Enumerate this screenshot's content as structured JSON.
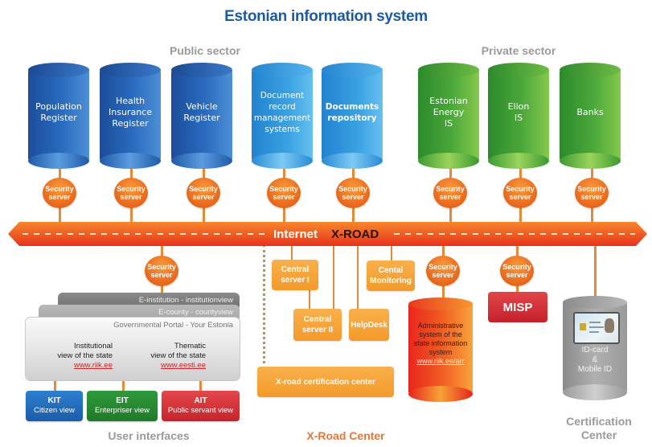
{
  "title": "Estonian information system",
  "sectors": {
    "public": "Public sector",
    "private": "Private sector"
  },
  "databases": [
    {
      "label": "Population Register",
      "lines": [
        "Population",
        "Register"
      ],
      "color": "blue"
    },
    {
      "label": "Health Insurance Register",
      "lines": [
        "Health",
        "Insurance",
        "Register"
      ],
      "color": "blue"
    },
    {
      "label": "Vehicle Register",
      "lines": [
        "Vehicle",
        "Register"
      ],
      "color": "blue"
    },
    {
      "label": "Document record management systems",
      "lines": [
        "Document",
        "record",
        "management",
        "systems"
      ],
      "color": "light-blue"
    },
    {
      "label": "Documents repository",
      "lines": [
        "Documents",
        "repository"
      ],
      "color": "light-blue",
      "bold": true
    },
    {
      "label": "Estonian Energy IS",
      "lines": [
        "Estonian",
        "Energy",
        "IS"
      ],
      "color": "green"
    },
    {
      "label": "Elion IS",
      "lines": [
        "Elion",
        "IS"
      ],
      "color": "green"
    },
    {
      "label": "Banks",
      "lines": [
        "Banks"
      ],
      "color": "green"
    }
  ],
  "security_server": {
    "line1": "Security",
    "line2": "server"
  },
  "xroad": {
    "internet_label": "Internet",
    "xroad_label": "X-ROAD"
  },
  "xroad_center": {
    "central_server_1": "Central server I",
    "central_server_2": "Central server II",
    "helpdesk": "HelpDesk",
    "monitoring": "Cental Monitoring",
    "certification": "X-road certification center",
    "caption": "X-Road Center"
  },
  "admin_system": {
    "lines": [
      "Administrative",
      "system of the",
      "state information",
      "system"
    ],
    "link": "www.riik.ee/arr"
  },
  "misp": "MISP",
  "certification_center": {
    "id_lines": [
      "ID-card",
      "&",
      "Mobile ID"
    ],
    "caption_lines": [
      "Certification",
      "Center"
    ],
    "icon": "id-card-icon"
  },
  "portals": {
    "layer1": "E-institution - institutionview",
    "layer2": "E-county - countyview",
    "layer3": "Governmental Portal - Your Estonia",
    "institutional": {
      "line1": "Institutional",
      "line2": "view of the state",
      "link": "www.riik.ee"
    },
    "thematic": {
      "line1": "Thematic",
      "line2": "view of the state",
      "link": "www.eesti.ee"
    }
  },
  "user_views": [
    {
      "code": "KIT",
      "name": "Citizen view",
      "color": "#1f63b0"
    },
    {
      "code": "EIT",
      "name": "Enterpriser view",
      "color": "#238230"
    },
    {
      "code": "AIT",
      "name": "Public servant view",
      "color": "#cc2a30"
    }
  ],
  "captions": {
    "user_interfaces": "User interfaces"
  },
  "colors": {
    "title": "#1d5a9e",
    "caption_gray": "#9a9a9a",
    "xroad_orange": "#f06a22",
    "xroad_center_caption": "#e2793c"
  }
}
